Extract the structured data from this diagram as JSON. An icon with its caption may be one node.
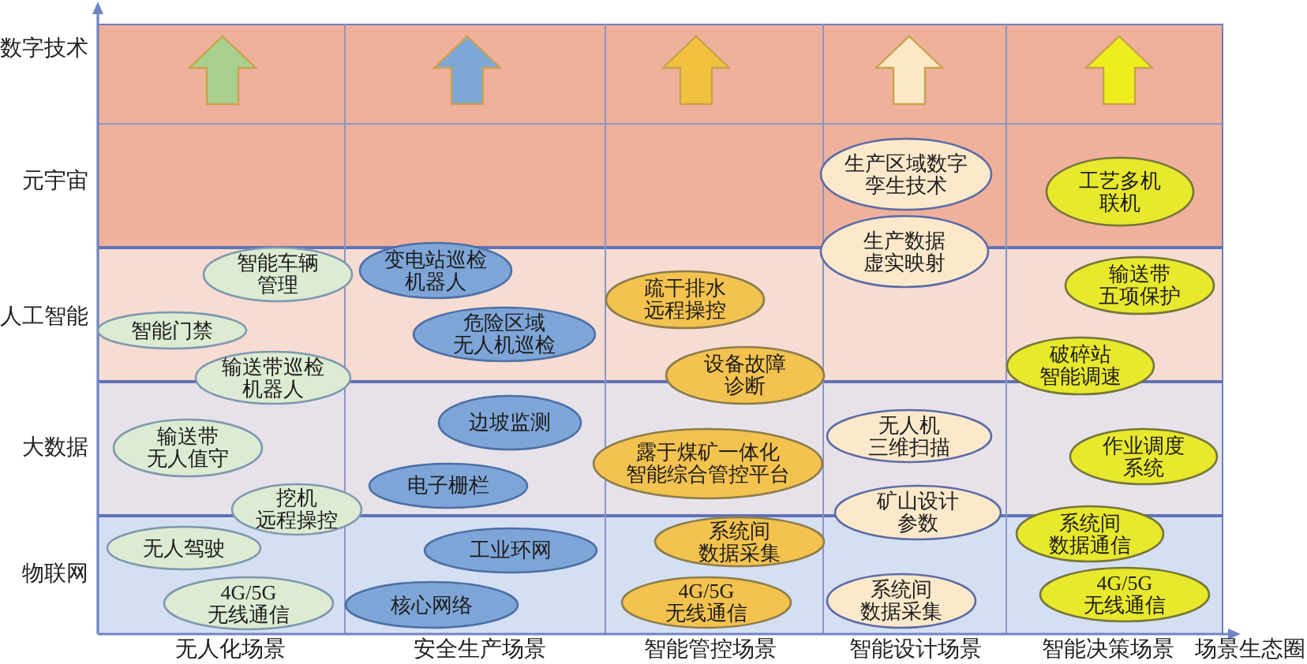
{
  "diagram": {
    "nodes": [
      {
        "text": [
          "智能车辆管理"
        ]
      },
      {
        "text": [
          "智能门禁"
        ]
      },
      {
        "text": [
          "输送带巡检机器人"
        ]
      },
      {
        "text": [
          "输送带无人值守"
        ]
      },
      {
        "text": [
          "挖机远程操控"
        ]
      },
      {
        "text": [
          "无人驾驶"
        ]
      },
      {
        "text": [
          "4G/5G无线通信"
        ]
      },
      {
        "text": [
          "变电站巡检机器人"
        ]
      },
      {
        "text": [
          "危险区域无人机巡检"
        ]
      },
      {
        "text": [
          "边坡监测"
        ]
      },
      {
        "text": [
          "电子栅栏"
        ]
      },
      {
        "text": [
          "工业环网"
        ]
      },
      {
        "text": [
          "核心网络"
        ]
      },
      {
        "text": [
          "疏干排水远程操控"
        ]
      },
      {
        "text": [
          "设备故障诊断"
        ]
      },
      {
        "text": [
          "露于煤矿一体化智能综合管控平台"
        ]
      },
      {
        "text": [
          "系统间数据采集"
        ]
      },
      {
        "text": [
          "4G/5G无线通信"
        ]
      },
      {
        "text": [
          "生产区域数字孪生技术"
        ]
      },
      {
        "text": [
          "生产数据虚实映射"
        ]
      },
      {
        "text": [
          "无人机三维扫描"
        ]
      },
      {
        "text": [
          "矿山设计参数"
        ]
      },
      {
        "text": [
          "系统间数据采集"
        ]
      },
      {
        "text": [
          "工艺多机联机"
        ]
      },
      {
        "text": [
          "输送带五项保护"
        ]
      },
      {
        "text": [
          "破碎站智能调速"
        ]
      },
      {
        "text": [
          "作业调度系统"
        ]
      },
      {
        "text": [
          "系统间数据通信"
        ]
      },
      {
        "text": [
          "4G/5G无线通信"
        ]
      }
    ],
    "labels": [
      "数字技术",
      "元宇宙",
      "人工智能",
      "大数据",
      "物联网",
      "无人化场景",
      "安全生产场景",
      "智能管控场景",
      "智能设计场景",
      "智能决策场景",
      "场景生态圈"
    ]
  }
}
